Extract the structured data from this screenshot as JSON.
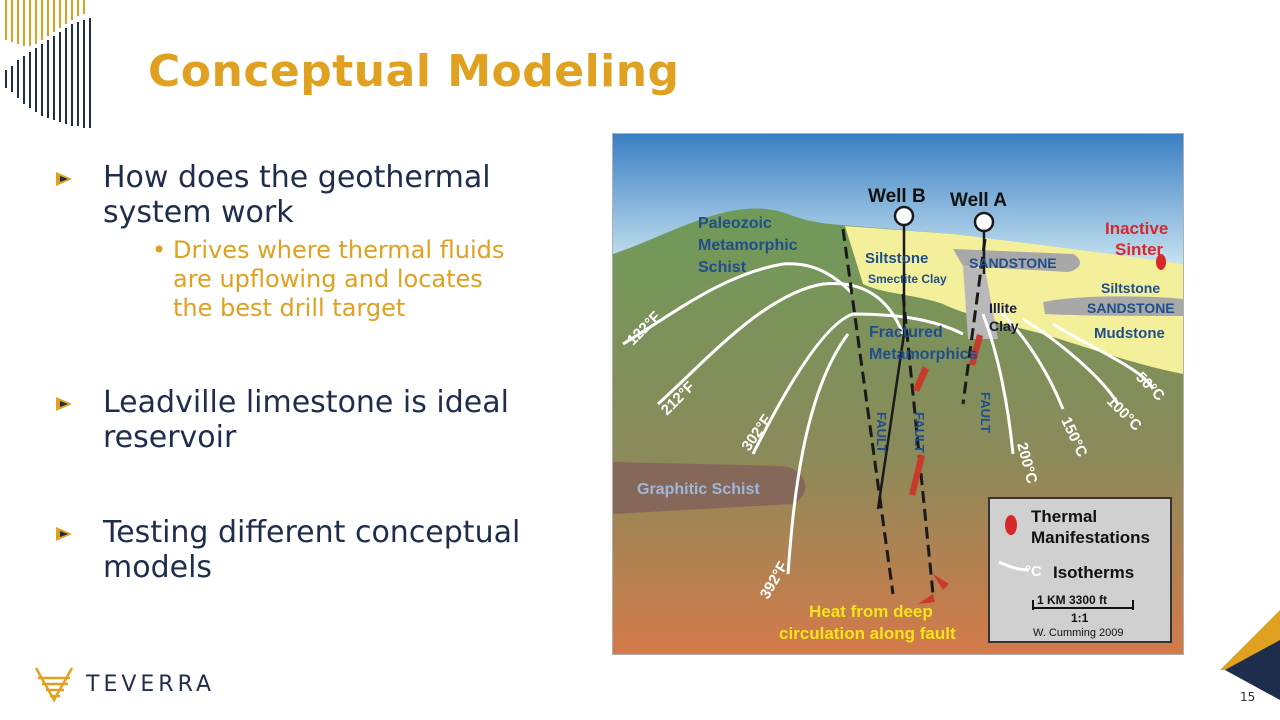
{
  "slide": {
    "title": "Conceptual Modeling",
    "page_number": "15",
    "logo_text": "TEVERRA"
  },
  "colors": {
    "accent": "#e0a020",
    "navy": "#1f2d4d"
  },
  "bullets": [
    {
      "text": "How does the geothermal system work",
      "sub": "Drives where thermal fluids are upflowing and locates the best drill target"
    },
    {
      "text": "Leadville limestone is ideal reservoir"
    },
    {
      "text": "Testing different conceptual models"
    }
  ],
  "figure": {
    "well_b": "Well B",
    "well_a": "Well A",
    "paleozoic": "Paleozoic",
    "metamorphic": "Metamorphic",
    "schist": "Schist",
    "inactive": "Inactive",
    "sinter": "Sinter",
    "siltstone": "Siltstone",
    "smectite_clay": "Smectite Clay",
    "sandstone_upper": "SANDSTONE",
    "siltstone_right": "Siltstone",
    "sandstone_right": "SANDSTONE",
    "mudstone": "Mudstone",
    "illite": "Illite",
    "clay": "Clay",
    "fractured": "Fractured",
    "metamorphics": "Metamorphics",
    "graphitic_schist": "Graphitic Schist",
    "fault": "FAULT",
    "iso_122f": "122°F",
    "iso_212f": "212°F",
    "iso_302f": "302°F",
    "iso_392f": "392°F",
    "iso_50c": "50°C",
    "iso_100c": "100°C",
    "iso_150c": "150°C",
    "iso_200c": "200°C",
    "heat_line1": "Heat from deep",
    "heat_line2": "circulation along fault",
    "legend": {
      "thermal": "Thermal",
      "manifestations": "Manifestations",
      "deg_c": "°C",
      "isotherms": "Isotherms",
      "scale": "1 KM    3300 ft",
      "ratio": "1:1",
      "credit": "W. Cumming  2009"
    }
  }
}
